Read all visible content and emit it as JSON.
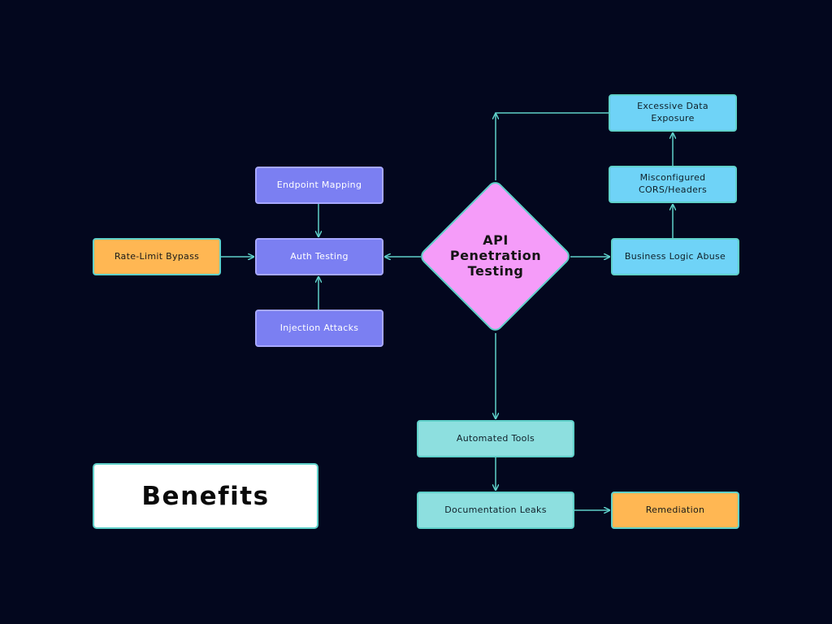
{
  "center": {
    "line1": "API",
    "line2": "Penetration",
    "line3": "Testing"
  },
  "nodes": {
    "endpoint_mapping": "Endpoint Mapping",
    "auth_testing": "Auth Testing",
    "injection_attacks": "Injection Attacks",
    "rate_limit_bypass": "Rate-Limit Bypass",
    "excessive_data_exposure": "Excessive Data Exposure",
    "misconfigured_cors_headers": "Misconfigured CORS/Headers",
    "business_logic_abuse": "Business Logic Abuse",
    "automated_tools": "Automated Tools",
    "documentation_leaks": "Documentation Leaks",
    "remediation": "Remediation"
  },
  "benefits": {
    "label": "Benefits"
  },
  "colors": {
    "background": "#03071e",
    "connector": "#5fd0c9",
    "purple_node": "#7b7ff2",
    "orange_node": "#ffb753",
    "sky_node": "#6fd3f7",
    "teal_node": "#8ddfdf",
    "center_diamond": "#f59cf9"
  }
}
